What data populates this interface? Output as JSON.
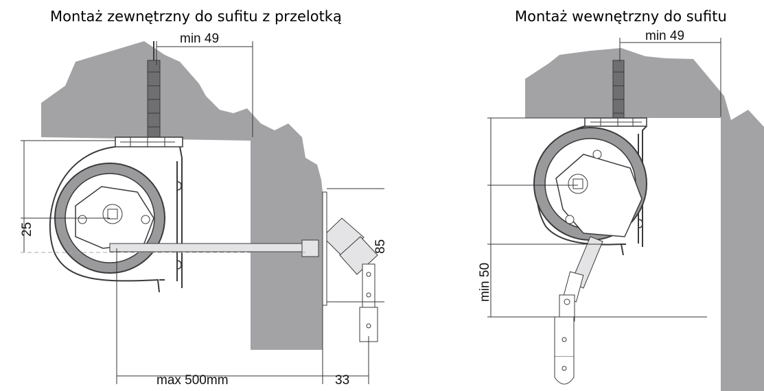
{
  "left_panel": {
    "title": "Montaż zewnętrzny do sufitu z przelotką",
    "dims": {
      "top_offset": "min 49",
      "height_small": "25",
      "height_large": "85",
      "bottom_span": "max 500mm",
      "bottom_offset": "33"
    }
  },
  "right_panel": {
    "title": "Montaż wewnętrzny do sufitu",
    "dims": {
      "top_offset": "min 49",
      "bottom_clearance": "min 50"
    }
  },
  "colors": {
    "wall": "#a3a3a6",
    "line": "#3a3a3a",
    "drum": "#9a9a9c"
  }
}
